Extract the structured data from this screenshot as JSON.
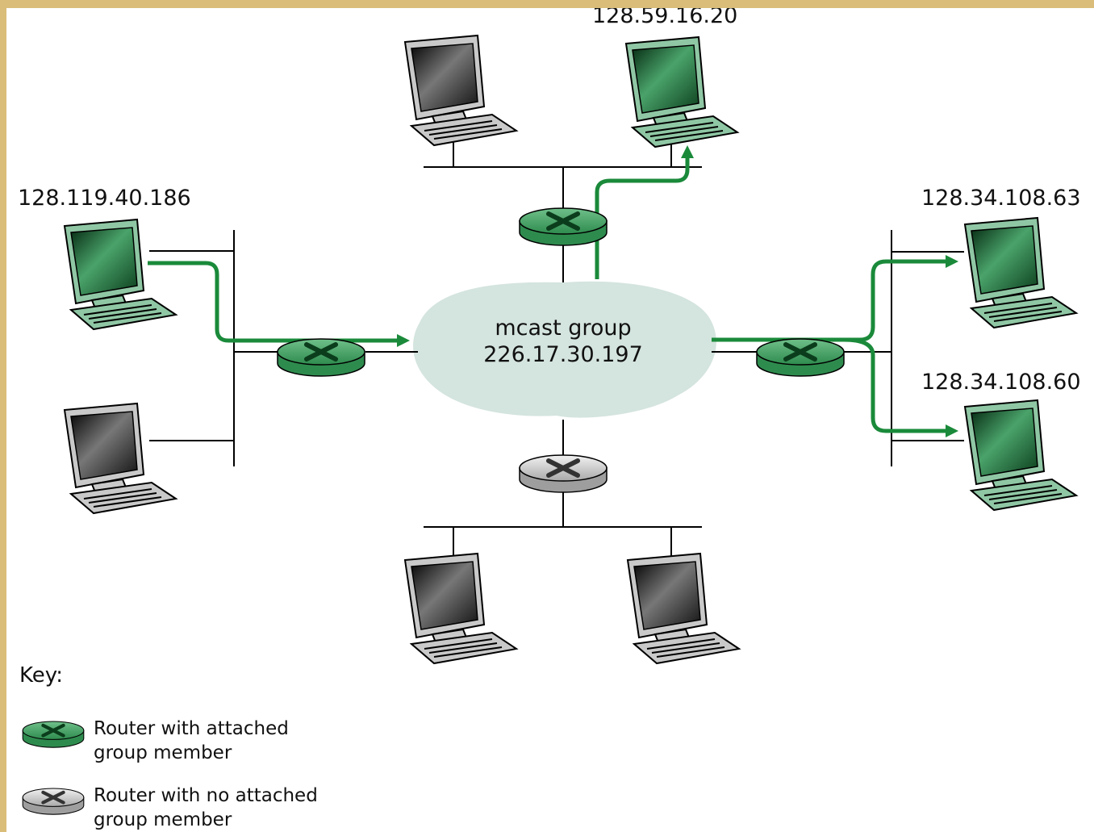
{
  "hosts": {
    "top_right_ip": "128.59.16.20",
    "left_top_ip": "128.119.40.186",
    "right_top_ip": "128.34.108.63",
    "right_bottom_ip": "128.34.108.60"
  },
  "cloud": {
    "line1": "mcast group",
    "line2": "226.17.30.197"
  },
  "key": {
    "title": "Key:",
    "attached_label": "Router with attached group member",
    "no_attached_label": "Router with no attached group member"
  },
  "colors": {
    "frame": "#d9bd78",
    "path_green": "#1a8a3a",
    "router_green": "#2e8b4e",
    "router_gray": "#bdbdbd",
    "cloud": "#d4e4de"
  },
  "icons": {
    "router_attached": "router-green-icon",
    "router_unattached": "router-gray-icon",
    "host": "computer-icon",
    "arrow": "arrow-icon"
  }
}
